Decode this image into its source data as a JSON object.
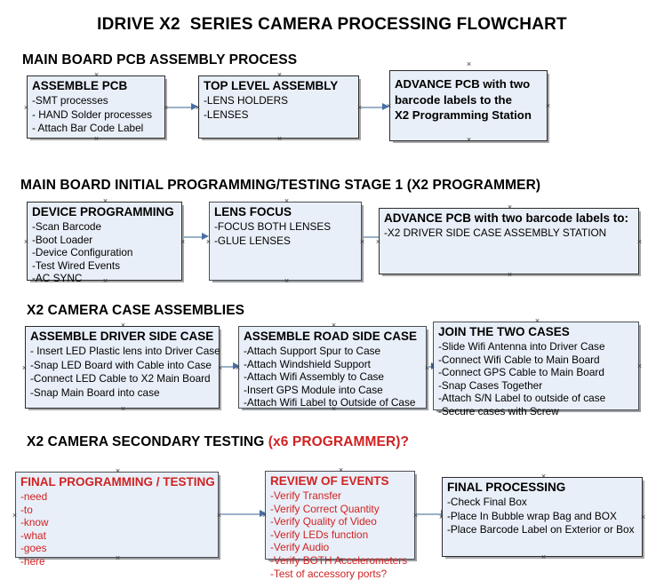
{
  "document": {
    "title": "IDRIVE X2  SERIES CAMERA PROCESSING FLOWCHART"
  },
  "sections": [
    {
      "id": "main-board-pcb-assembly",
      "heading": "MAIN BOARD PCB ASSEMBLY PROCESS",
      "heading_accent": ""
    },
    {
      "id": "main-board-initial-programming",
      "heading": "MAIN BOARD INITIAL PROGRAMMING/TESTING STAGE 1 (X2 PROGRAMMER)",
      "heading_accent": ""
    },
    {
      "id": "x2-camera-case-assemblies",
      "heading": "X2 CAMERA CASE ASSEMBLIES",
      "heading_accent": ""
    },
    {
      "id": "x2-camera-secondary-testing",
      "heading": "X2 CAMERA SECONDARY TESTING ",
      "heading_accent": "(x6 PROGRAMMER)?"
    }
  ],
  "boxes": {
    "assemble_pcb": {
      "title": "ASSEMBLE PCB",
      "lines": [
        "-SMT processes",
        "- HAND Solder processes",
        "- Attach Bar Code Label"
      ]
    },
    "top_level_assembly": {
      "title": "TOP LEVEL ASSEMBLY",
      "lines": [
        "-LENS HOLDERS",
        "-LENSES"
      ]
    },
    "advance_pcb_station": {
      "title": "ADVANCE PCB with two\nbarcode labels to the\n X2 Programming Station",
      "lines": []
    },
    "device_programming": {
      "title": "DEVICE PROGRAMMING",
      "lines": [
        "-Scan Barcode",
        "-Boot Loader",
        "-Device Configuration",
        "-Test Wired Events",
        "-AC SYNC"
      ]
    },
    "lens_focus": {
      "title": "LENS FOCUS",
      "lines": [
        "-FOCUS BOTH LENSES",
        "-GLUE LENSES"
      ]
    },
    "advance_pcb_driver_side": {
      "title": "ADVANCE PCB with two barcode labels to:",
      "lines": [
        "-X2 DRIVER  SIDE  CASE  ASSEMBLY STATION"
      ]
    },
    "assemble_driver_side_case": {
      "title": "ASSEMBLE DRIVER SIDE CASE",
      "lines": [
        "- Insert LED Plastic lens into Driver Case",
        "-Snap LED Board with Cable into Case",
        "-Connect LED Cable to X2 Main Board",
        "-Snap Main Board into case"
      ]
    },
    "assemble_road_side_case": {
      "title": "ASSEMBLE ROAD SIDE CASE",
      "lines": [
        "-Attach Support Spur to Case",
        "-Attach Windshield Support",
        "-Attach Wifi Assembly to Case",
        "-Insert GPS Module into Case",
        "-Attach Wifi Label to Outside of Case"
      ]
    },
    "join_the_two_cases": {
      "title": "JOIN THE TWO CASES",
      "lines": [
        "-Slide Wifi Antenna into Driver Case",
        "-Connect Wifi Cable to Main Board",
        "-Connect GPS Cable to Main Board",
        "-Snap Cases Together",
        "-Attach S/N Label to outside of case",
        "-Secure cases with Screw"
      ]
    },
    "final_programming_testing": {
      "title": "FINAL PROGRAMMING / TESTING",
      "lines": [
        "-need",
        "-to",
        "-know",
        "-what",
        "-goes",
        "-here"
      ]
    },
    "review_of_events": {
      "title": "REVIEW OF EVENTS",
      "lines": [
        "-Verify Transfer",
        "-Verify Correct Quantity",
        "-Verify Quality of Video",
        "-Verify LEDs function",
        "-Verify Audio",
        "-Verify BOTH Accelerometers",
        "-Test of accessory ports?"
      ]
    },
    "final_processing": {
      "title": "FINAL PROCESSING",
      "lines": [
        " -Check Final Box",
        "-Place In Bubble wrap Bag and BOX",
        "-Place Barcode Label on Exterior or Box"
      ]
    }
  },
  "colors": {
    "box_fill": "#e9eff8",
    "box_border": "#2b2b2b",
    "accent_red": "#cf2222",
    "connector_line": "#9bb0c9",
    "arrow_head": "#4a6fa5",
    "text": "#000000"
  }
}
